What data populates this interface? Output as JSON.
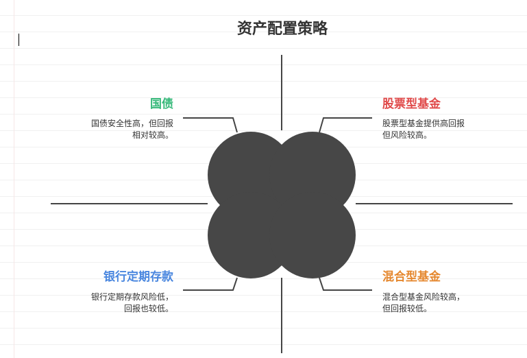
{
  "title": "资产配置策略",
  "quadrants": [
    {
      "title": "国债",
      "color": "#35b879",
      "desc": [
        "国债安全性高，但回报",
        "相对较高。"
      ]
    },
    {
      "title": "股票型基金",
      "color": "#e04a4a",
      "desc": [
        "股票型基金提供高回报",
        "但风险较高。"
      ]
    },
    {
      "title": "银行定期存款",
      "color": "#4a87df",
      "desc": [
        "银行定期存款风险低，",
        "回报也较低。"
      ]
    },
    {
      "title": "混合型基金",
      "color": "#e5882f",
      "desc": [
        "混合型基金风险较高，",
        "但回报较低。"
      ]
    }
  ],
  "colors": {
    "shape": "#474747",
    "line": "#444444"
  }
}
